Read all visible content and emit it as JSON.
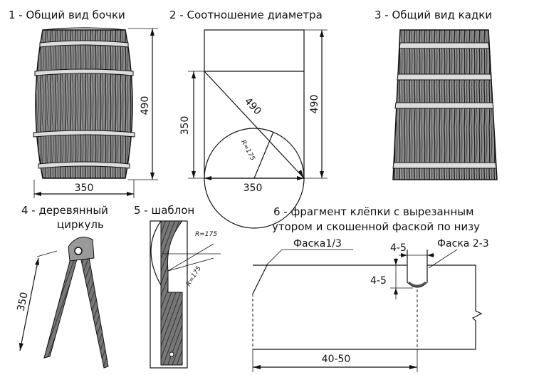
{
  "labels": {
    "fig1": "1 - Общий вид бочки",
    "fig2": "2 - Соотношение диаметра",
    "fig3": "3 - Общий вид кадки",
    "fig4_line1": "4 - деревянный",
    "fig4_line2": "циркуль",
    "fig5": "5 - шаблон",
    "fig6_line1": "6 - фрагмент клёпки с вырезанным",
    "fig6_line2": "утором и скошенной фаской по низу"
  },
  "dims": {
    "barrel_height": "490",
    "barrel_width": "350",
    "ratio_height_left": "350",
    "ratio_diagonal": "490",
    "ratio_height_right": "490",
    "ratio_radius": "R=175",
    "ratio_width": "350",
    "compass_length": "350",
    "template_r1": "R=175",
    "template_r2": "R=175",
    "stave_chamfer1": "Фаска1/3",
    "stave_chamfer2": "Фаска 2-3",
    "stave_groove_w": "4-5",
    "stave_groove_d": "4-5",
    "stave_length": "40-50"
  },
  "colors": {
    "ink": "#111111",
    "wood_dark": "#2b2b2b",
    "wood_light": "#8c8c8c"
  }
}
